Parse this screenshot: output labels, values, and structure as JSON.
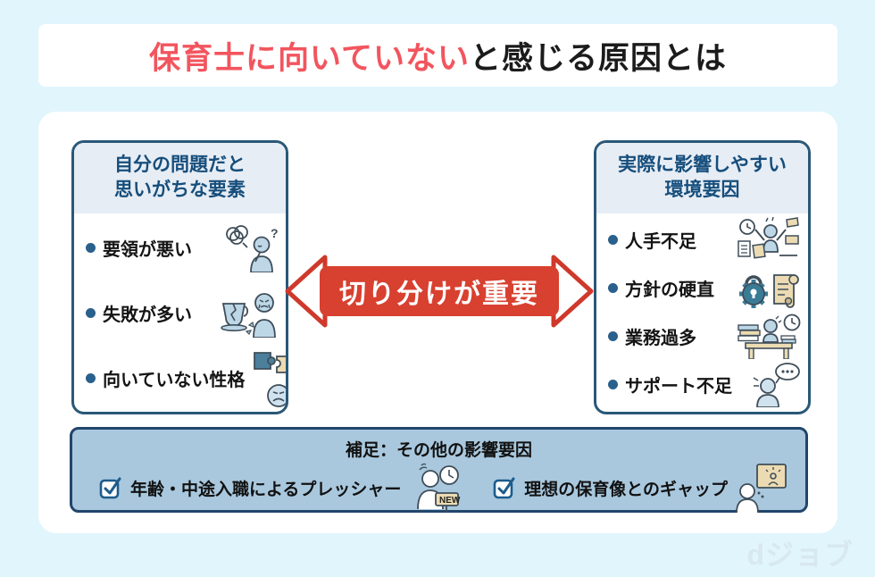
{
  "title": {
    "highlight": "保育士に向いていない",
    "rest": "と感じる原因とは"
  },
  "left_box": {
    "header_line1": "自分の問題だと",
    "header_line2": "思いがちな要素",
    "items": [
      {
        "label": "要領が悪い",
        "icon": "tangled-thoughts-person-icon"
      },
      {
        "label": "失敗が多い",
        "icon": "broken-cup-crying-icon"
      },
      {
        "label": "向いていない性格",
        "icon": "puzzle-mismatch-icon"
      }
    ]
  },
  "center_arrow": {
    "label": "切り分けが重要"
  },
  "right_box": {
    "header_line1": "実際に影響しやすい",
    "header_line2": "環境要因",
    "items": [
      {
        "label": "人手不足",
        "icon": "overwhelmed-person-icon"
      },
      {
        "label": "方針の硬直",
        "icon": "lock-gear-scroll-icon"
      },
      {
        "label": "業務過多",
        "icon": "overloaded-desk-icon"
      },
      {
        "label": "サポート不足",
        "icon": "no-support-person-icon"
      }
    ]
  },
  "supplement_box": {
    "title": "補足：その他の影響要因",
    "items": [
      {
        "label": "年齢・中途入職によるプレッシャー",
        "icon": "newcomer-pressure-icon"
      },
      {
        "label": "理想の保育像とのギャップ",
        "icon": "ideal-image-gap-icon"
      }
    ]
  },
  "icon_tag_text": {
    "new_tag": "NEW"
  },
  "footer": {
    "logo": "dジョブ"
  },
  "colors": {
    "background": "#e1f5fd",
    "accent_red": "#f2555e",
    "arrow_red": "#d8402f",
    "arrow_outline": "#cf392b",
    "box_border_blue": "#2a5878",
    "box_header_bg": "#e7edf4",
    "header_text_blue": "#164e7c",
    "bullet_blue": "#2a608c",
    "supplement_bg": "#a9c8de",
    "supplement_border": "#22456b",
    "checkbox_blue": "#1d5c8c",
    "logo_gray": "#d8e8ef"
  }
}
